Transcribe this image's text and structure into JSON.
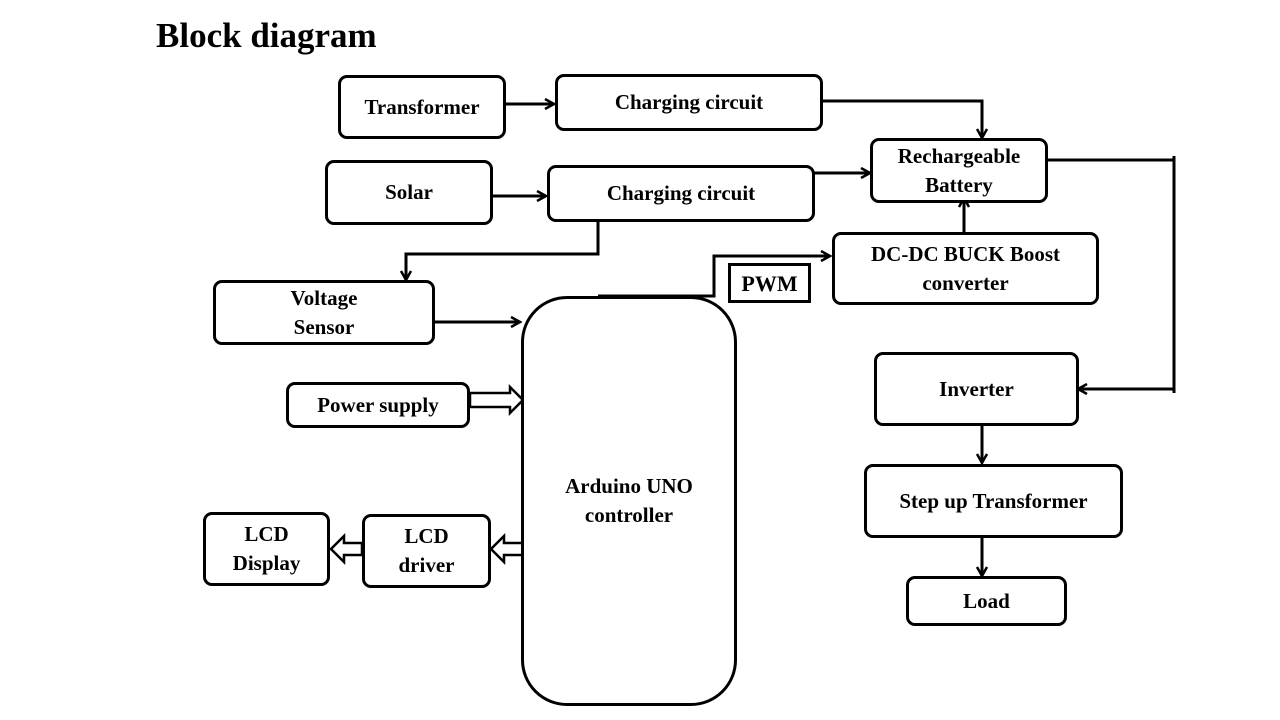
{
  "title": "Block diagram",
  "nodes": {
    "transformer": "Transformer",
    "charging_circuit_1": "Charging circuit",
    "solar": "Solar",
    "charging_circuit_2": "Charging circuit",
    "battery": "Rechargeable\nBattery",
    "voltage_sensor": "Voltage\nSensor",
    "dc_dc": "DC-DC BUCK Boost\nconverter",
    "pwm": "PWM",
    "power_supply": "Power supply",
    "controller": "Arduino UNO\ncontroller",
    "inverter": "Inverter",
    "step_up": "Step up Transformer",
    "load": "Load",
    "lcd_driver": "LCD\ndriver",
    "lcd_display": "LCD\nDisplay"
  },
  "connections": [
    {
      "from": "Transformer",
      "to": "Charging circuit (1)",
      "type": "arrow"
    },
    {
      "from": "Charging circuit (1)",
      "to": "Rechargeable Battery",
      "type": "arrow"
    },
    {
      "from": "Solar",
      "to": "Charging circuit (2)",
      "type": "arrow"
    },
    {
      "from": "Charging circuit (2)",
      "to": "Rechargeable Battery",
      "type": "arrow"
    },
    {
      "from": "Charging circuit (2)",
      "to": "Voltage Sensor",
      "type": "arrow"
    },
    {
      "from": "Voltage Sensor",
      "to": "Arduino UNO controller",
      "type": "arrow"
    },
    {
      "from": "Power supply",
      "to": "Arduino UNO controller",
      "type": "block-arrow"
    },
    {
      "from": "Arduino UNO controller",
      "to": "DC-DC BUCK Boost converter",
      "type": "arrow",
      "label": "PWM"
    },
    {
      "from": "DC-DC BUCK Boost converter",
      "to": "Rechargeable Battery",
      "type": "arrow"
    },
    {
      "from": "Rechargeable Battery",
      "to": "Inverter",
      "type": "arrow"
    },
    {
      "from": "Inverter",
      "to": "Step up Transformer",
      "type": "arrow"
    },
    {
      "from": "Step up Transformer",
      "to": "Load",
      "type": "arrow"
    },
    {
      "from": "Arduino UNO controller",
      "to": "LCD driver",
      "type": "block-arrow"
    },
    {
      "from": "LCD driver",
      "to": "LCD Display",
      "type": "block-arrow"
    }
  ]
}
